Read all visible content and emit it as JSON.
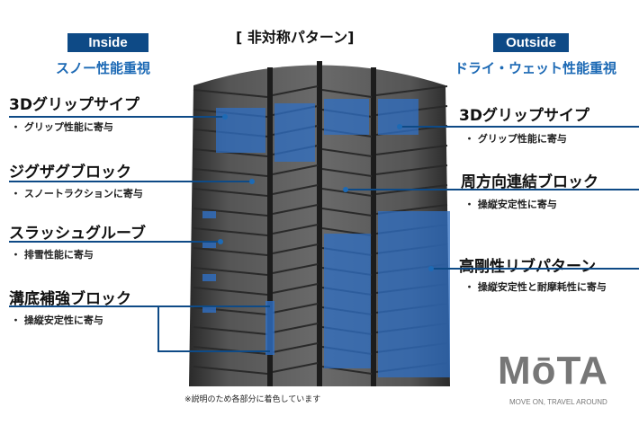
{
  "title": "[ 非対称パターン]",
  "inside": {
    "badge": "Inside",
    "subtitle": "スノー性能重視"
  },
  "outside": {
    "badge": "Outside",
    "subtitle": "ドライ・ウェット性能重視"
  },
  "left_labels": [
    {
      "title": "3Dグリップサイプ",
      "desc": "・ グリップ性能に寄与"
    },
    {
      "title": "ジグザグブロック",
      "desc": "・ スノートラクションに寄与"
    },
    {
      "title": "スラッシュグルーブ",
      "desc": "・ 排雪性能に寄与"
    },
    {
      "title": "溝底補強ブロック",
      "desc": "・ 操縦安定性に寄与"
    }
  ],
  "right_labels": [
    {
      "title": "3Dグリップサイプ",
      "desc": "・ グリップ性能に寄与"
    },
    {
      "title": "周方向連結ブロック",
      "desc": "・ 操縦安定性に寄与"
    },
    {
      "title": "高剛性リブパターン",
      "desc": "・ 操縦安定性と耐摩耗性に寄与"
    }
  ],
  "note": "※説明のため各部分に着色しています",
  "logo": {
    "name": "MōTA",
    "tagline": "MOVE ON, TRAVEL AROUND"
  },
  "colors": {
    "accent": "#0e4a86",
    "highlight": "#1d6ab5"
  }
}
